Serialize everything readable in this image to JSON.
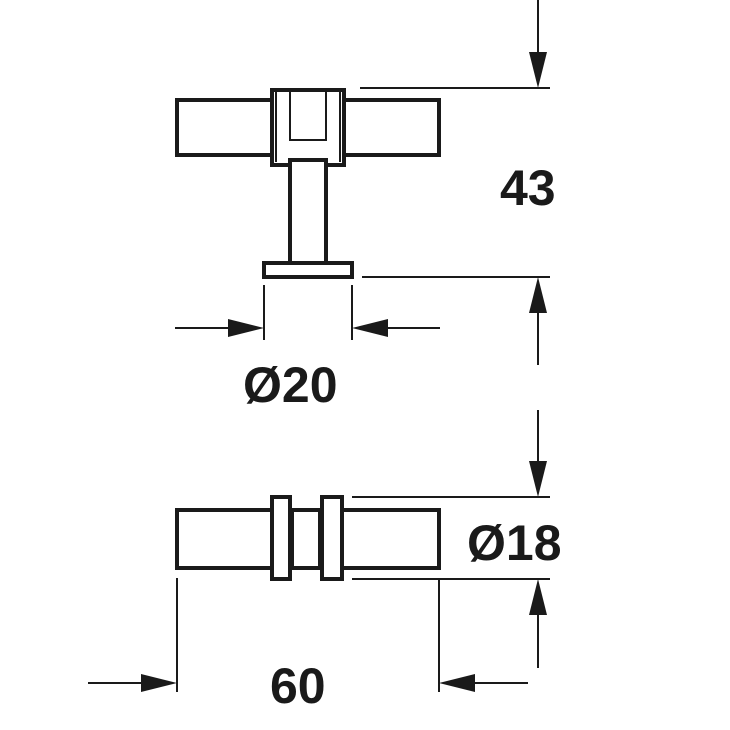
{
  "dimensions": {
    "height": "43",
    "base_diameter": "Ø20",
    "bar_diameter": "Ø18",
    "length": "60"
  },
  "colors": {
    "ink": "#1a1a1a",
    "background": "#ffffff"
  }
}
